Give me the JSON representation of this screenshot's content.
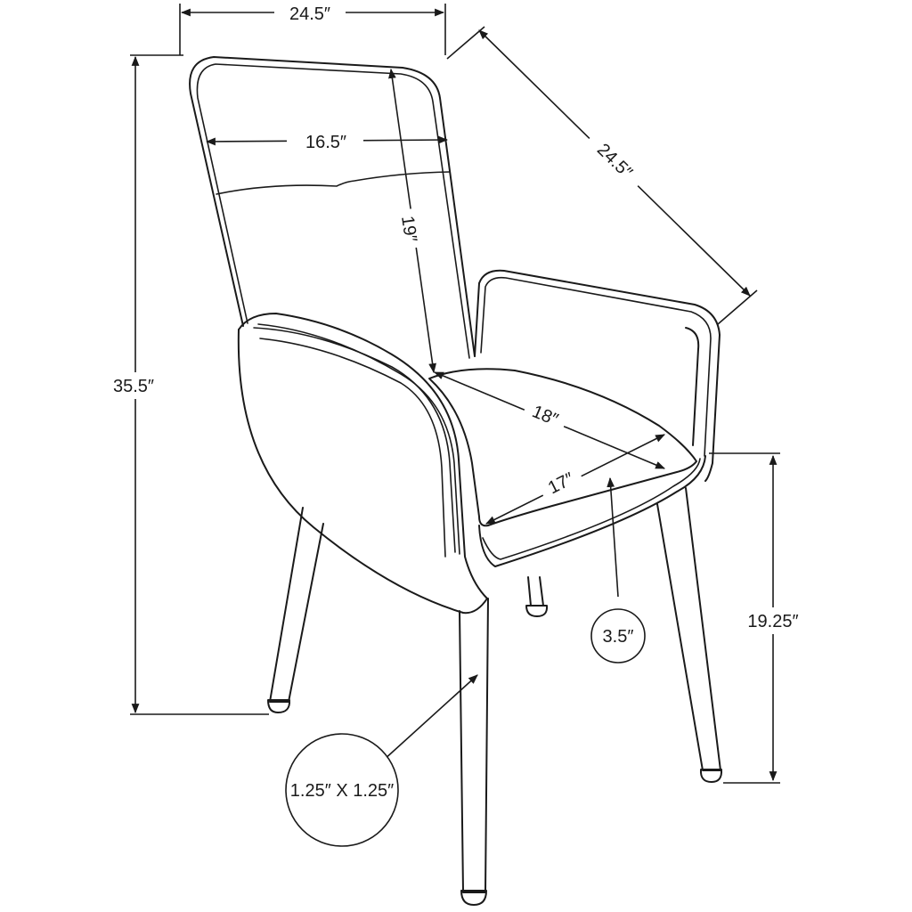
{
  "dimensions": {
    "overall_width": "24.5″",
    "overall_depth": "24.5″",
    "overall_height": "35.5″",
    "back_width": "16.5″",
    "back_height": "19″",
    "seat_depth": "18″",
    "seat_width": "17″",
    "seat_height": "19.25″",
    "seat_thickness": "3.5″",
    "leg_size": "1.25″ X 1.25″"
  }
}
